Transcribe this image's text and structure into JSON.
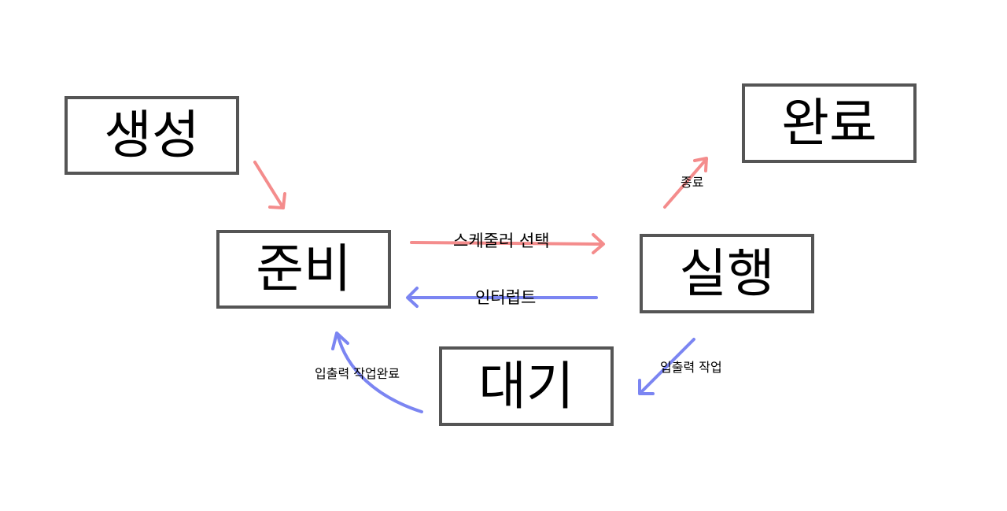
{
  "diagram": {
    "nodes": {
      "create": "생성",
      "ready": "준비",
      "running": "실행",
      "done": "완료",
      "waiting": "대기"
    },
    "edges": {
      "dispatch": "스케줄러 선택",
      "interrupt": "인터럽트",
      "exit": "종료",
      "io_wait": "입출력 작업",
      "io_done": "입출력 작업완료"
    },
    "colors": {
      "red_arrow": "#f48c8c",
      "blue_arrow": "#7b85f2",
      "box_border": "#555555"
    }
  }
}
